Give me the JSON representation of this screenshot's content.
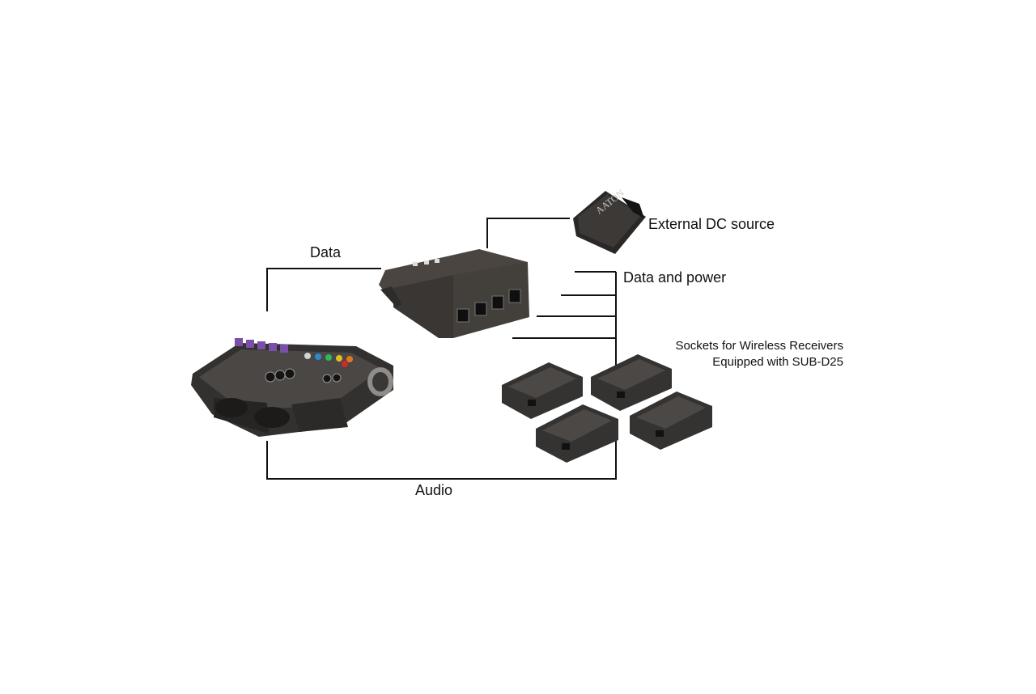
{
  "labels": {
    "data": "Data",
    "external_dc": "External DC source",
    "data_power": "Data and power",
    "audio": "Audio",
    "sockets_line1": "Sockets for Wireless Receivers",
    "sockets_line2": "Equipped with SUB-D25"
  },
  "devices": {
    "battery_brand": "AATON"
  },
  "colors": {
    "line": "#111111",
    "device_body": "#3b3836",
    "device_dark": "#1d1c1b",
    "receiver_body": "#353331"
  }
}
